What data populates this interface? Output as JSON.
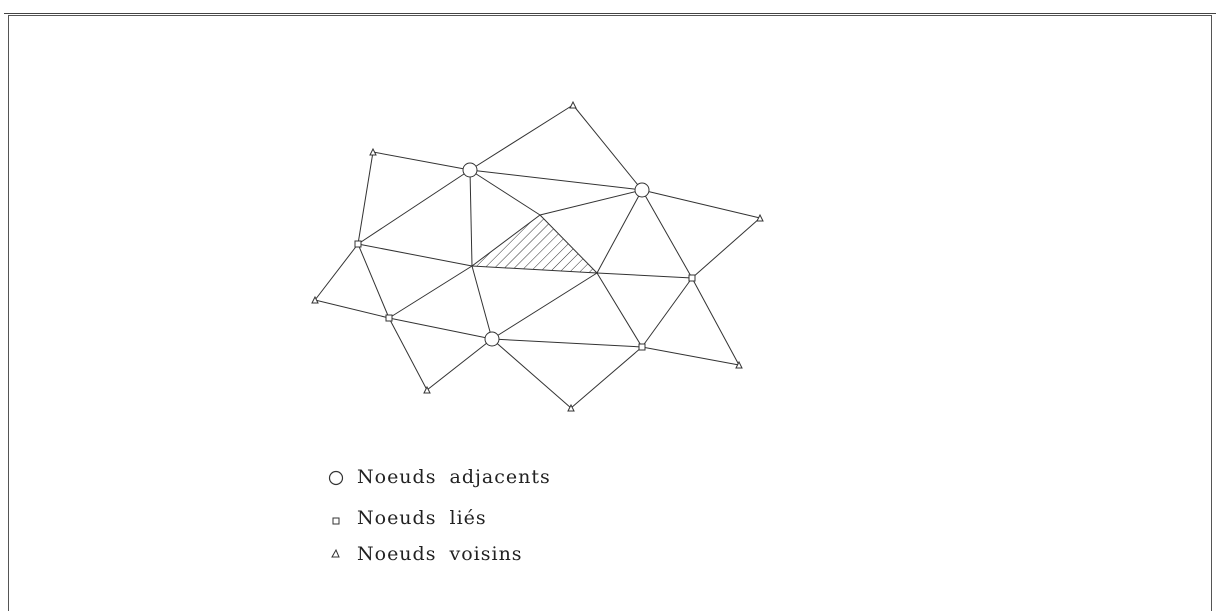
{
  "legend": {
    "adjacent": "Noeuds adjacents",
    "linked": "Noeuds liés",
    "neighbor": "Noeuds voisins"
  },
  "colors": {
    "line": "#333333",
    "hatch": "#333333"
  },
  "symbols": {
    "adjacent": "circle",
    "linked": "square",
    "neighbor": "triangle"
  }
}
